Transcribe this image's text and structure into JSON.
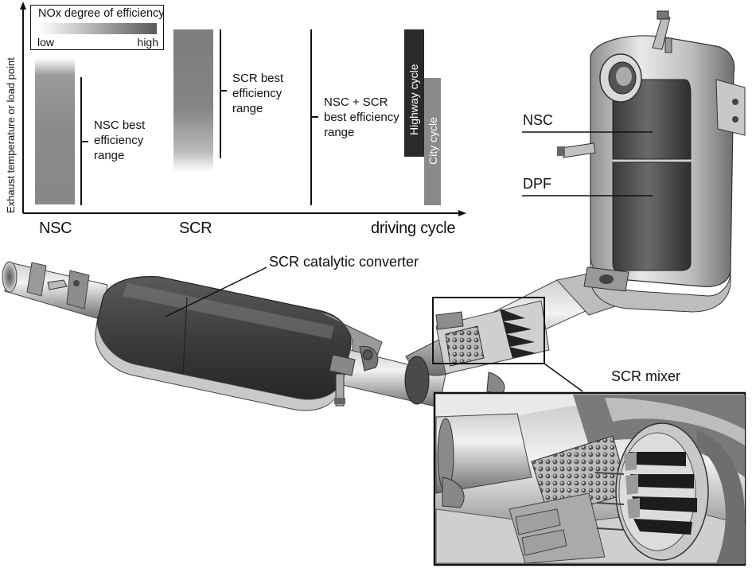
{
  "chart": {
    "legend": {
      "title": "NOx degree of efficiency",
      "low": "low",
      "high": "high"
    },
    "y_axis_label": "Exhaust temperature or load point",
    "x_labels": {
      "nsc": "NSC",
      "scr": "SCR",
      "driving_cycle": "driving cycle"
    },
    "annotations": {
      "nsc_range": "NSC best efficiency range",
      "scr_range": "SCR best efficiency range",
      "combined_range": "NSC + SCR best efficiency range"
    },
    "cycles": {
      "highway": "Highway cycle",
      "city": "City cycle"
    }
  },
  "callouts": {
    "scr_catalytic_converter": "SCR catalytic converter",
    "nsc": "NSC",
    "dpf": "DPF",
    "scr_mixer": "SCR mixer"
  },
  "colors": {
    "ink": "#111111",
    "grey_bar": "#8a8a8a",
    "dark_bar": "#2a2a2a"
  }
}
